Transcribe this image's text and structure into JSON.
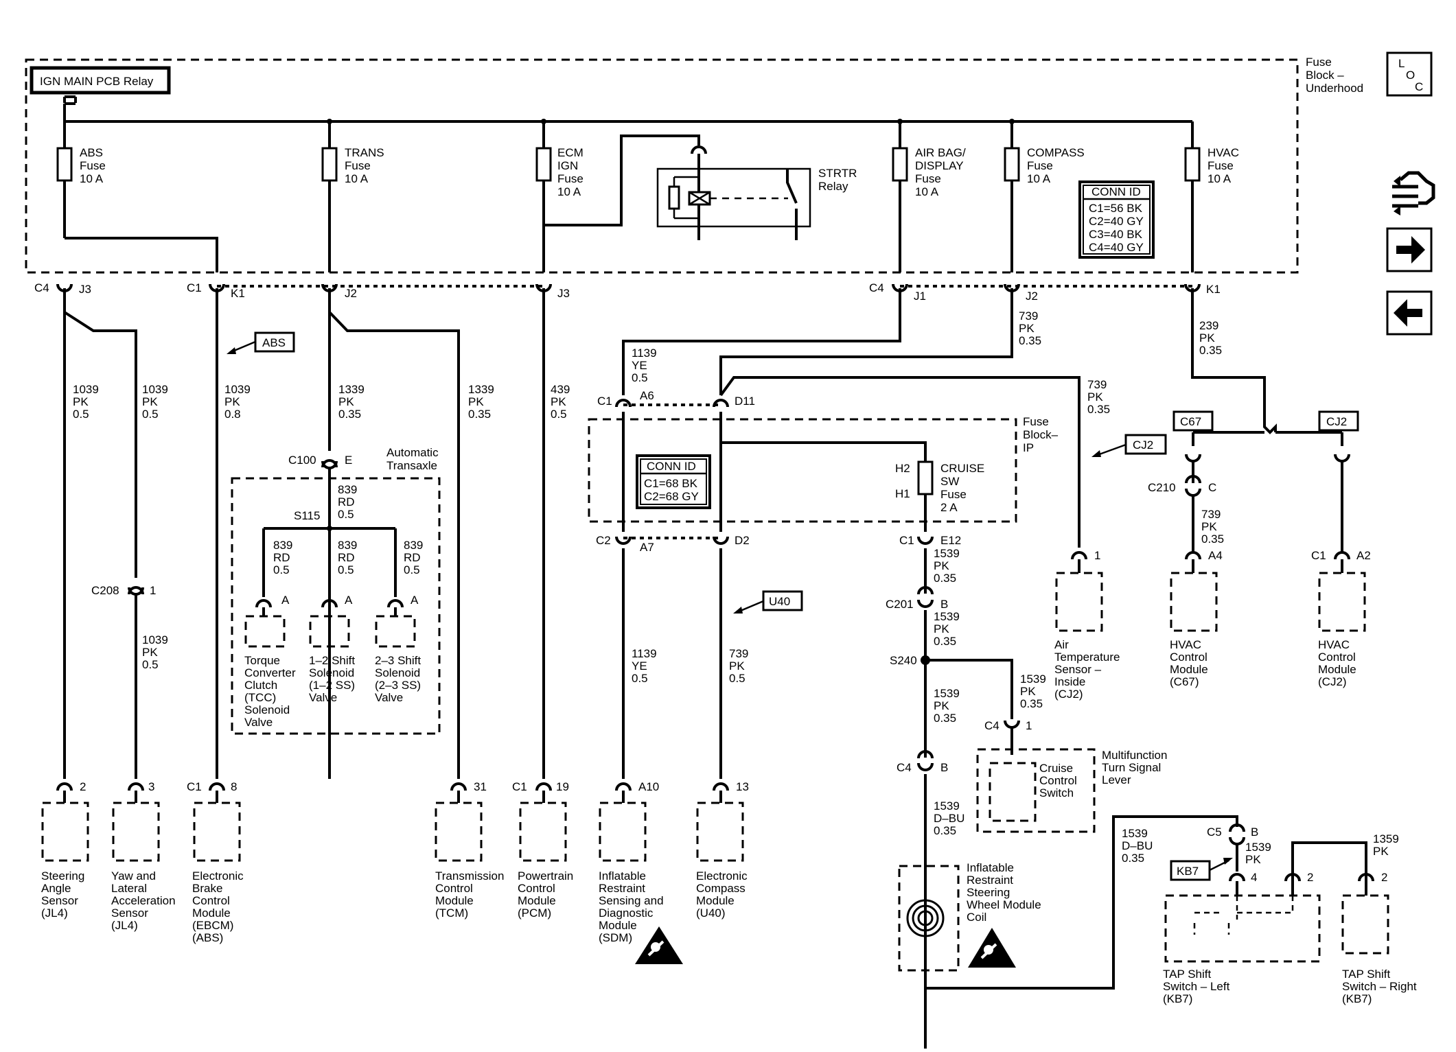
{
  "fuse_block_underhood": {
    "title": [
      "Fuse",
      "Block –",
      "Underhood"
    ],
    "relay": "IGN MAIN PCB Relay",
    "fuses": [
      {
        "id": "abs",
        "label": [
          "ABS",
          "Fuse",
          "10 A"
        ]
      },
      {
        "id": "trans",
        "label": [
          "TRANS",
          "Fuse",
          "10 A"
        ]
      },
      {
        "id": "ecm",
        "label": [
          "ECM",
          "IGN",
          "Fuse",
          "10 A"
        ]
      },
      {
        "id": "airbag",
        "label": [
          "AIR BAG/",
          "DISPLAY",
          "Fuse",
          "10 A"
        ]
      },
      {
        "id": "compass",
        "label": [
          "COMPASS",
          "Fuse",
          "10 A"
        ]
      },
      {
        "id": "hvac",
        "label": [
          "HVAC",
          "Fuse",
          "10 A"
        ]
      }
    ],
    "strtr_relay": [
      "STRTR",
      "Relay"
    ],
    "conn_id": {
      "title": "CONN ID",
      "rows": [
        "C1=56 BK",
        "C2=40 GY",
        "C3=40 BK",
        "C4=40 GY"
      ]
    }
  },
  "fuse_block_ip": {
    "title": [
      "Fuse",
      "Block–",
      "IP"
    ],
    "conn_id": {
      "title": "CONN ID",
      "rows": [
        "C1=68 BK",
        "C2=68 GY"
      ]
    },
    "cruise_fuse": [
      "CRUISE",
      "SW",
      "Fuse",
      "2 A"
    ]
  },
  "nav_icons": [
    "loc-icon",
    "schematic-icon",
    "forward-arrow-icon",
    "back-arrow-icon"
  ],
  "loc_letters": [
    "L",
    "O",
    "C"
  ],
  "tags": {
    "abs": "ABS",
    "cj2": "CJ2",
    "u40": "U40",
    "c67": "C67",
    "cj2b": "CJ2",
    "kb7": "KB7"
  },
  "automatic_transaxle": [
    "Automatic",
    "Transaxle"
  ],
  "connectors": {
    "c4j3": [
      "C4",
      "J3"
    ],
    "c1k1": [
      "C1",
      "K1"
    ],
    "j2": "J2",
    "j3": "J3",
    "c4j1": [
      "C4",
      "J1"
    ],
    "j2b": "J2",
    "k1": "K1",
    "c1a6": [
      "C1",
      "A6"
    ],
    "d11": "D11",
    "c2a7": [
      "C2",
      "A7"
    ],
    "d2": "D2",
    "c100": [
      "C100",
      "E"
    ],
    "s115": "S115",
    "c208": [
      "C208",
      "1"
    ],
    "h2": "H2",
    "h1": "H1",
    "c1e12": [
      "C1",
      "E12"
    ],
    "c201": [
      "C201",
      "B"
    ],
    "s240": "S240",
    "c4_1": [
      "C4",
      "1"
    ],
    "c4b": [
      "C4",
      "B"
    ],
    "c210": [
      "C210",
      "C"
    ],
    "a4": "A4",
    "c1a2": [
      "C1",
      "A2"
    ],
    "c5b": [
      "C5",
      "B"
    ]
  },
  "wires": {
    "w1039a": [
      "1039",
      "PK",
      "0.5"
    ],
    "w1039b": [
      "1039",
      "PK",
      "0.5"
    ],
    "w1039c": [
      "1039",
      "PK",
      "0.8"
    ],
    "w1339a": [
      "1339",
      "PK",
      "0.35"
    ],
    "w1339b": [
      "1339",
      "PK",
      "0.35"
    ],
    "w439": [
      "439",
      "PK",
      "0.5"
    ],
    "w1039d": [
      "1039",
      "PK",
      "0.5"
    ],
    "w839a": [
      "839",
      "RD",
      "0.5"
    ],
    "w839b": [
      "839",
      "RD",
      "0.5"
    ],
    "w839c": [
      "839",
      "RD",
      "0.5"
    ],
    "w839d": [
      "839",
      "RD",
      "0.5"
    ],
    "w1139a": [
      "1139",
      "YE",
      "0.5"
    ],
    "w1139b": [
      "1139",
      "YE",
      "0.5"
    ],
    "w739a": [
      "739",
      "PK",
      "0.35"
    ],
    "w739b": [
      "739",
      "PK",
      "0.35"
    ],
    "w739c": [
      "739",
      "PK",
      "0.5"
    ],
    "w239": [
      "239",
      "PK",
      "0.35"
    ],
    "w739d": [
      "739",
      "PK",
      "0.35"
    ],
    "w1539a": [
      "1539",
      "PK",
      "0.35"
    ],
    "w1539b": [
      "1539",
      "PK",
      "0.35"
    ],
    "w1539c": [
      "1539",
      "PK",
      "0.35"
    ],
    "w1539d": [
      "1539",
      "PK",
      "0.35"
    ],
    "w1539e": [
      "1539",
      "D–BU",
      "0.35"
    ],
    "w1539f": [
      "1539",
      "D–BU",
      "0.35"
    ],
    "w1539g": [
      "1539",
      "PK"
    ],
    "w1359": [
      "1359",
      "PK"
    ]
  },
  "solenoids": [
    {
      "pin": "A",
      "label": [
        "Torque",
        "Converter",
        "Clutch",
        "(TCC)",
        "Solenoid",
        "Valve"
      ]
    },
    {
      "pin": "A",
      "label": [
        "1–2 Shift",
        "Solenoid",
        "(1–2 SS)",
        "Valve"
      ]
    },
    {
      "pin": "A",
      "label": [
        "2–3 Shift",
        "Solenoid",
        "(2–3 SS)",
        "Valve"
      ]
    }
  ],
  "modules": [
    {
      "id": "jl4a",
      "pin": [
        "",
        "2"
      ],
      "label": [
        "Steering",
        "Angle",
        "Sensor",
        "(JL4)"
      ]
    },
    {
      "id": "jl4b",
      "pin": [
        "",
        "3"
      ],
      "label": [
        "Yaw and",
        "Lateral",
        "Acceleration",
        "Sensor",
        "(JL4)"
      ]
    },
    {
      "id": "ebcm",
      "pin": [
        "C1",
        "8"
      ],
      "label": [
        "Electronic",
        "Brake",
        "Control",
        "Module",
        "(EBCM)",
        "(ABS)"
      ]
    },
    {
      "id": "tcm",
      "pin": [
        "",
        "31"
      ],
      "label": [
        "Transmission",
        "Control",
        "Module",
        "(TCM)"
      ]
    },
    {
      "id": "pcm",
      "pin": [
        "C1",
        "19"
      ],
      "label": [
        "Powertrain",
        "Control",
        "Module",
        "(PCM)"
      ]
    },
    {
      "id": "sdm",
      "pin": [
        "",
        "A10"
      ],
      "label": [
        "Inflatable",
        "Restraint",
        "Sensing and",
        "Diagnostic",
        "Module",
        "(SDM)"
      ]
    },
    {
      "id": "u40",
      "pin": [
        "",
        "13"
      ],
      "label": [
        "Electronic",
        "Compass",
        "Module",
        "(U40)"
      ]
    },
    {
      "id": "cj2",
      "pin": [
        "",
        "1"
      ],
      "label": [
        "Air",
        "Temperature",
        "Sensor –",
        "Inside",
        "(CJ2)"
      ]
    },
    {
      "id": "c67",
      "pin": [
        "",
        "A4"
      ],
      "label": [
        "HVAC",
        "Control",
        "Module",
        "(C67)"
      ]
    },
    {
      "id": "cj2m",
      "pin": [
        "C1",
        "A2"
      ],
      "label": [
        "HVAC",
        "Control",
        "Module",
        "(CJ2)"
      ]
    }
  ],
  "cruise_switch": {
    "label": [
      "Cruise",
      "Control",
      "Switch"
    ],
    "lever": [
      "Multifunction",
      "Turn Signal",
      "Lever"
    ]
  },
  "coil": [
    "Inflatable",
    "Restraint",
    "Steering",
    "Wheel Module",
    "Coil"
  ],
  "tap_left": {
    "pin": "4",
    "pin2": "2",
    "label": [
      "TAP Shift",
      "Switch – Left",
      "(KB7)"
    ]
  },
  "tap_right": {
    "pin": "2",
    "label": [
      "TAP Shift",
      "Switch – Right",
      "(KB7)"
    ]
  }
}
